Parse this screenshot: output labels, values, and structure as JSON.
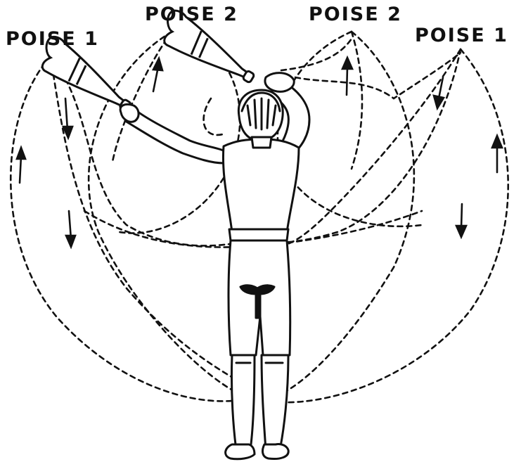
{
  "labels": [
    "POISE 1",
    "POISE 2",
    "POISE 2",
    "POISE 1"
  ],
  "colors": {
    "ink": "#111111",
    "paper": "#ffffff"
  },
  "icons": {
    "direction_markers": "arrow-icon",
    "club": "indian-club-icon"
  }
}
